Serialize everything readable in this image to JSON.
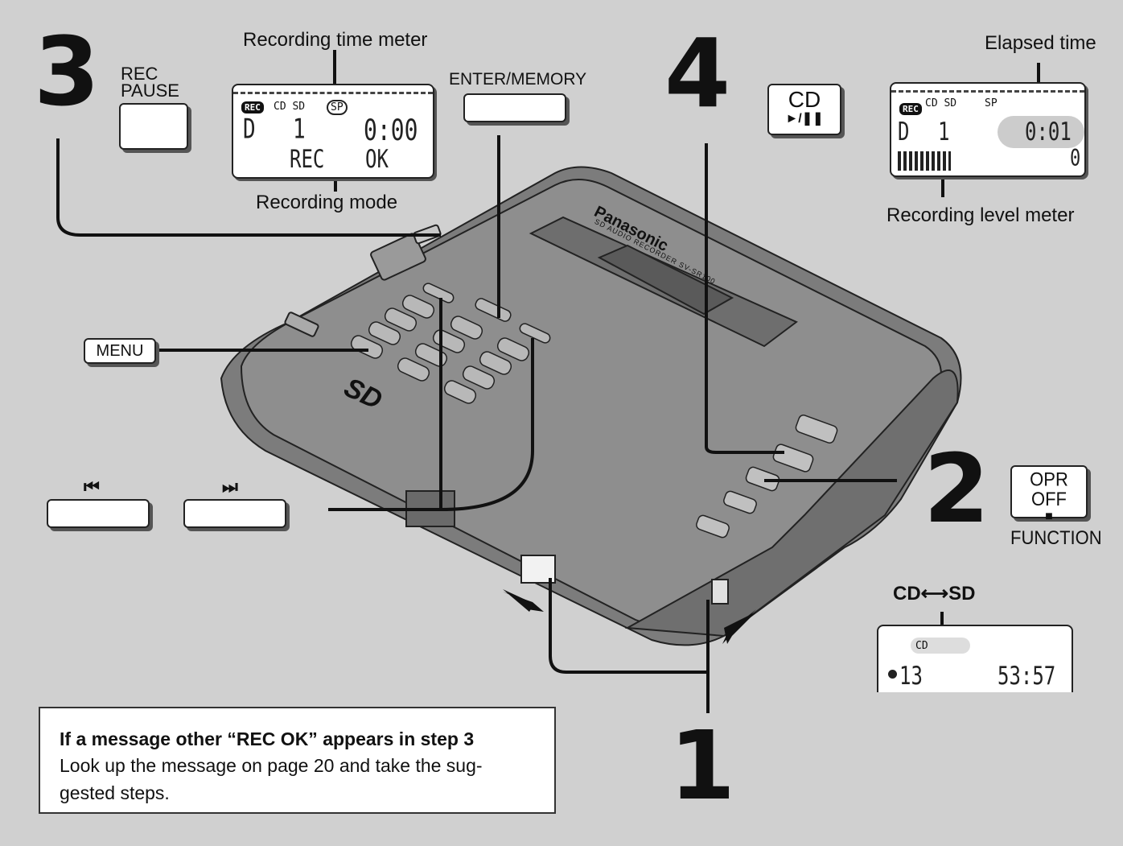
{
  "steps": {
    "one": "1",
    "two": "2",
    "three": "3",
    "four": "4"
  },
  "labels": {
    "recording_time_meter": "Recording time meter",
    "recording_mode": "Recording mode",
    "elapsed_time": "Elapsed time",
    "recording_level_meter": "Recording level meter",
    "enter_memory": "ENTER/MEMORY",
    "rec_pause": "REC\nPAUSE",
    "function": "FUNCTION",
    "cd_sd_switch": "CD⟷SD"
  },
  "buttons": {
    "menu": "MENU",
    "cd_play": "CD",
    "cd_play_symbol": "►/❚❚",
    "opr_off": "OPR OFF",
    "opr_off_symbol": "■",
    "skip_back_icon": "⏮",
    "skip_fwd_icon": "⏭"
  },
  "lcd_record": {
    "badge": "REC",
    "source": "CD SD",
    "mode": "SP",
    "disc": "D",
    "track": "1",
    "time": "0:00",
    "status_left": "REC",
    "status_right": "OK"
  },
  "lcd_elapsed": {
    "badge": "REC",
    "source": "CD SD",
    "mode": "SP",
    "disc": "D",
    "track": "1",
    "time": "0:01",
    "level_end": "0"
  },
  "lcd_cd": {
    "source": "CD",
    "track": "13",
    "time": "53:57"
  },
  "device": {
    "brand": "Panasonic",
    "model": "SD AUDIO RECORDER SV-SR100",
    "logo": "SD"
  },
  "note": {
    "title": "If a message other “REC OK” appears in step 3",
    "body": "Look up the message on page 20 and take the sug-\ngested steps."
  }
}
